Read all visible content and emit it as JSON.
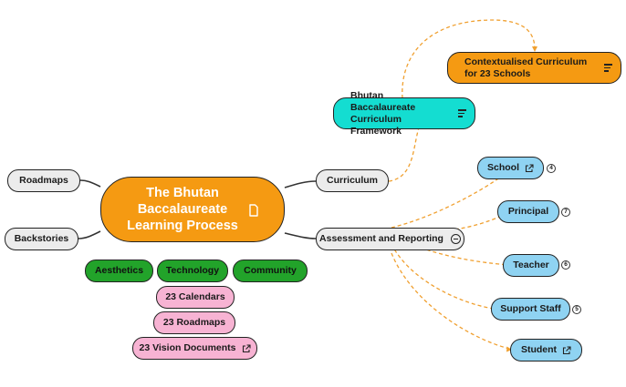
{
  "central": {
    "line1": "The Bhutan",
    "line2": "Baccalaureate",
    "line3": "Learning Process"
  },
  "left": {
    "roadmaps": "Roadmaps",
    "backstories": "Backstories"
  },
  "pillars": {
    "aesthetics": "Aesthetics",
    "technology": "Technology",
    "community": "Community"
  },
  "documents": {
    "calendars": "23 Calendars",
    "roadmaps": "23 Roadmaps",
    "vision": "23 Vision Documents"
  },
  "curriculum": {
    "label": "Curriculum",
    "framework": "Bhutan Baccalaureate Curriculum Framework",
    "contextualised": "Contextualised Curriculum for 23 Schools"
  },
  "assessment": {
    "label": "Assessment and Reporting",
    "school": {
      "label": "School",
      "count": "4"
    },
    "principal": {
      "label": "Principal",
      "count": "7"
    },
    "teacher": {
      "label": "Teacher",
      "count": "6"
    },
    "support": {
      "label": "Support Staff",
      "count": "5"
    },
    "student": {
      "label": "Student"
    }
  },
  "colors": {
    "central": "#f59a12",
    "topic": "#ececec",
    "pillar": "#22a32a",
    "document": "#f7b3d3",
    "role": "#8fd3f2",
    "framework": "#14ddd1",
    "dashed_link": "#f0a030"
  }
}
